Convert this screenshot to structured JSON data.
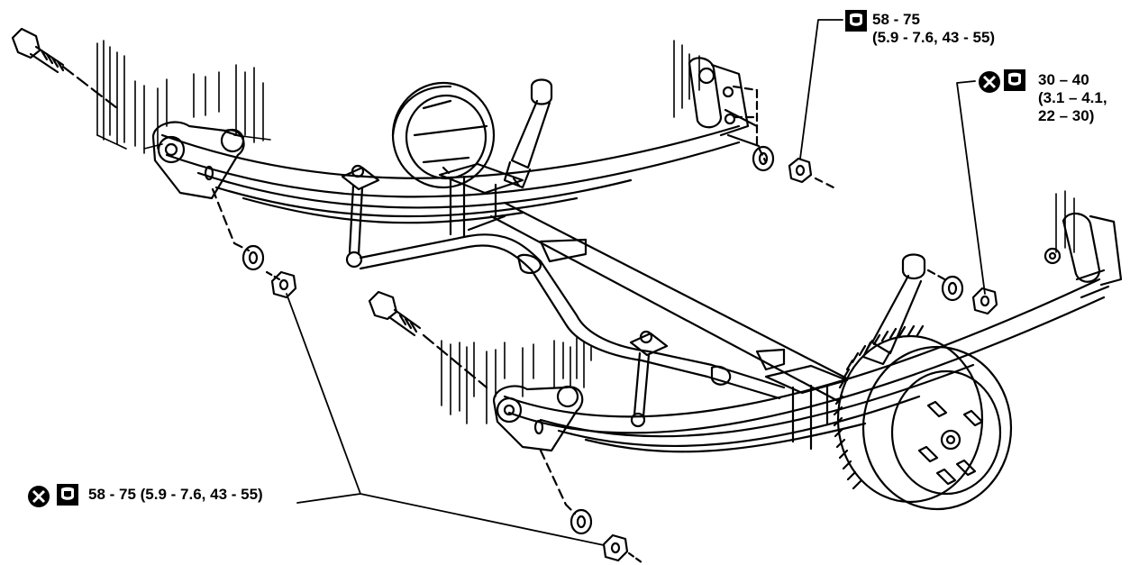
{
  "callouts": {
    "top": {
      "line1": "58 - 75",
      "line2": "(5.9 - 7.6, 43 - 55)",
      "icons": [
        "torque-wrench-icon"
      ]
    },
    "right": {
      "line1": "30 – 40",
      "line2": "(3.1 – 4.1,",
      "line3": "22 – 30)",
      "icons": [
        "do-not-reuse-icon",
        "torque-wrench-icon"
      ]
    },
    "bottom": {
      "line1": "58 - 75 (5.9 - 7.6, 43 - 55)",
      "icons": [
        "do-not-reuse-icon",
        "torque-wrench-icon"
      ]
    }
  },
  "colors": {
    "ink": "#000000",
    "paper": "#ffffff"
  }
}
